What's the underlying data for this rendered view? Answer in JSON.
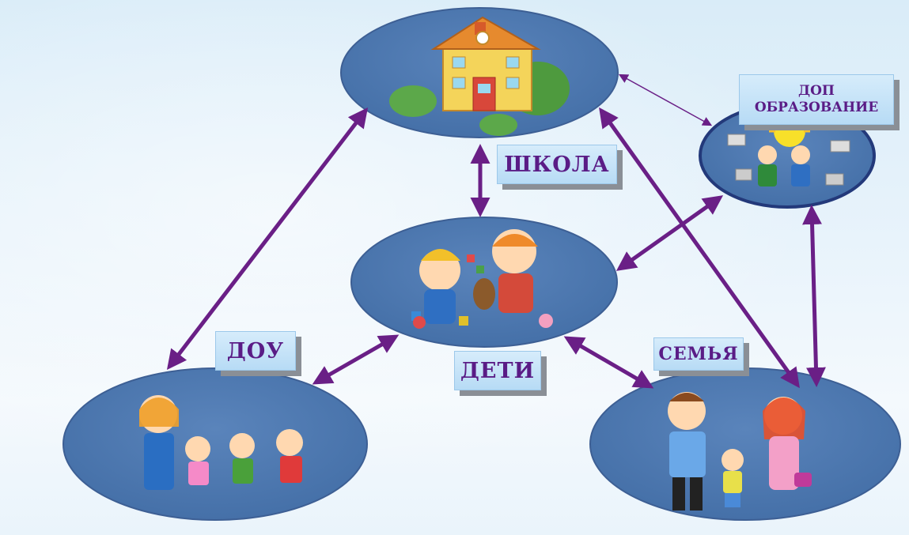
{
  "nodes": {
    "school": {
      "label": "ШКОЛА"
    },
    "dou": {
      "label": "ДОУ"
    },
    "children": {
      "label": "ДЕТИ"
    },
    "family": {
      "label": "СЕМЬЯ"
    },
    "dop": {
      "line1": "ДОП",
      "line2": "ОБРАЗОВАНИЕ"
    }
  },
  "colors": {
    "ellipse_fill": "#4a74ad",
    "ellipse_stroke": "#3d5f94",
    "arrow": "#6a1f86",
    "label_text": "#5a1c86"
  },
  "icons": [
    "school-building-icon",
    "kids-playing-icon",
    "teacher-children-icon",
    "family-icon",
    "sun-children-icon"
  ]
}
